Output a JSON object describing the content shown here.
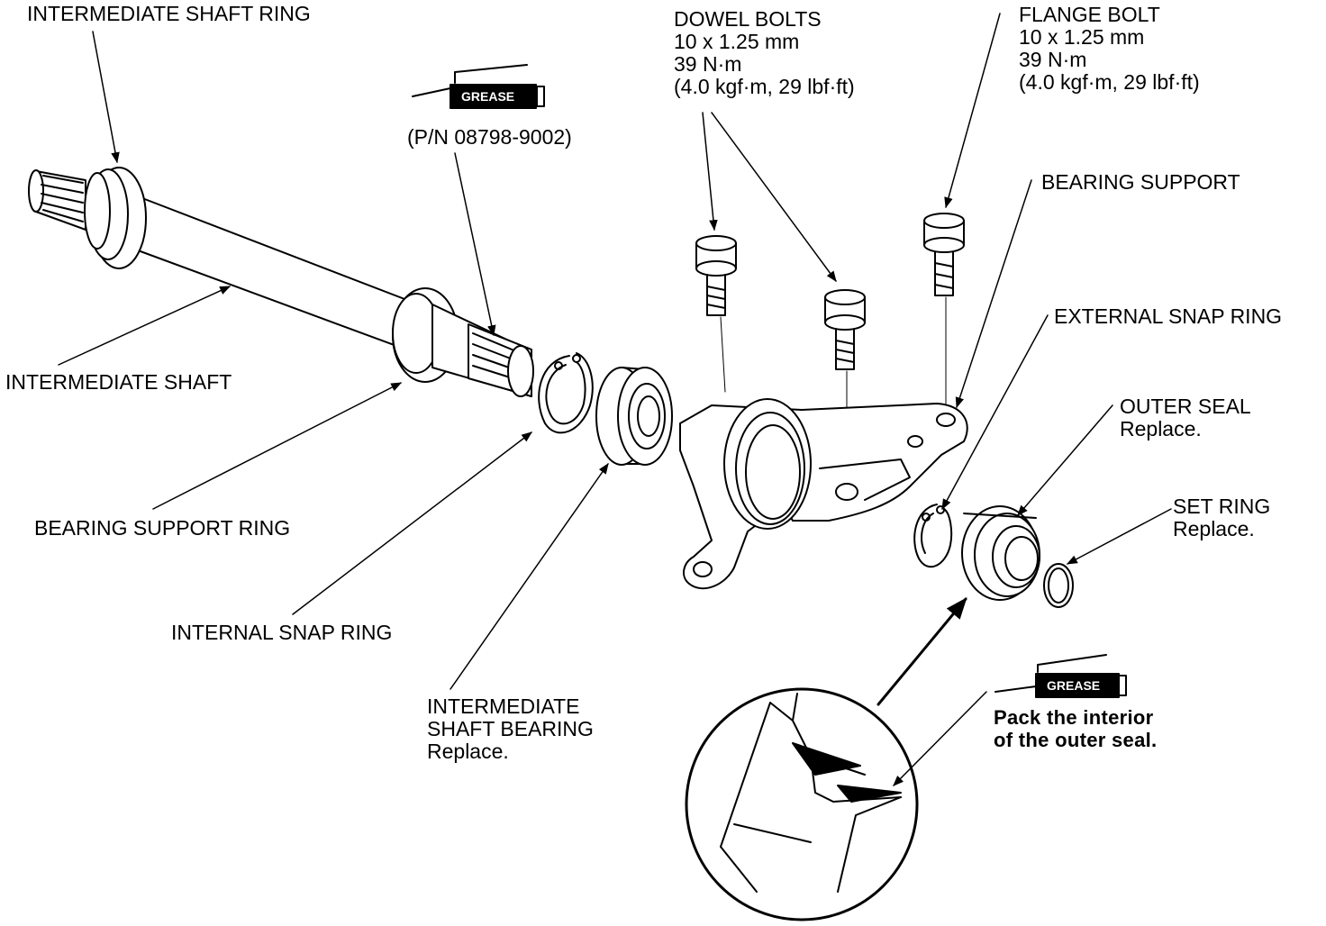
{
  "labels": {
    "intermediate_shaft_ring": "INTERMEDIATE SHAFT RING",
    "intermediate_shaft": "INTERMEDIATE SHAFT",
    "bearing_support_ring": "BEARING SUPPORT RING",
    "internal_snap_ring": "INTERNAL SNAP RING",
    "intermediate_shaft_bearing": "INTERMEDIATE\nSHAFT BEARING\nReplace.",
    "grease_part_number": "(P/N 08798-9002)",
    "dowel_bolts": "DOWEL BOLTS\n10 x 1.25 mm\n39 N·m\n(4.0 kgf·m, 29 lbf·ft)",
    "flange_bolt": "FLANGE BOLT\n10 x 1.25 mm\n39 N·m\n(4.0 kgf·m, 29 lbf·ft)",
    "bearing_support": "BEARING SUPPORT",
    "external_snap_ring": "EXTERNAL SNAP RING",
    "outer_seal": "OUTER SEAL\nReplace.",
    "set_ring": "SET RING\nReplace.",
    "pack_instruction": "Pack the interior\nof the outer seal."
  },
  "grease_tube_text": "GREASE",
  "colors": {
    "ink": "#000000",
    "paper": "#ffffff"
  }
}
